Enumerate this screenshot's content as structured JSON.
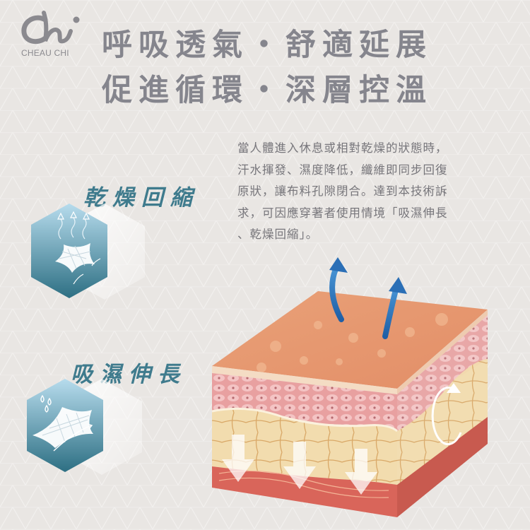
{
  "brand": {
    "logo_mark": "Chi",
    "name": "CHEAU CHI",
    "logo_color": "#8b8a8f"
  },
  "headline": {
    "line1": "呼吸透氣・舒適延展",
    "line2": "促進循環・深層控溫",
    "color": "#85858d"
  },
  "description": {
    "lines": [
      "當人體進入休息或相對乾燥的狀態時，",
      "汗水揮發、濕度降低，纖維即同步回復",
      "原狀，讓布料孔隙閉合。達到本技術訴",
      "求，可因應穿著者使用情境「吸濕伸長",
      "、乾燥回縮」。"
    ],
    "color": "#77767b"
  },
  "features": [
    {
      "label": "乾燥回縮",
      "icon": "dry-shrink-fabric-icon"
    },
    {
      "label": "吸濕伸長",
      "icon": "moisture-stretch-fabric-icon"
    }
  ],
  "illustration": {
    "name": "skin-layer-cube",
    "arrows_up": 2,
    "arrows_down": 3,
    "circulation_arrow": 1
  },
  "colors": {
    "background": "#e9e6e3",
    "accent_teal": "#3f7b8d",
    "hex_light": "#a9d1e3",
    "hex_dark": "#2f7387",
    "arrow_blue": "#2b6fb6"
  }
}
